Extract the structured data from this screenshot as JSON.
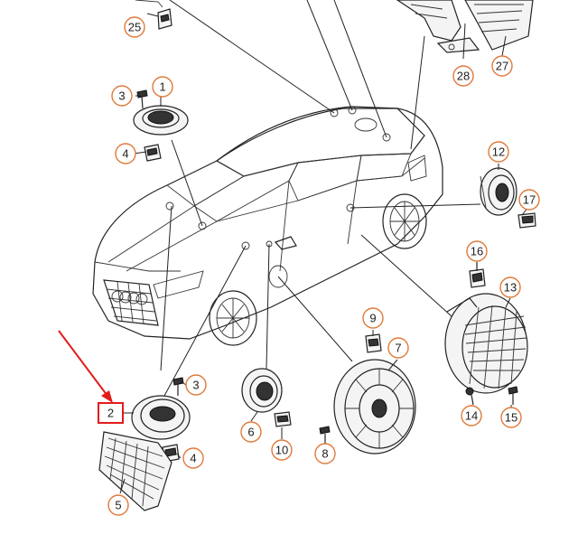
{
  "diagram": {
    "accent_color": "#e07a3a",
    "highlight_color": "#e21b1b",
    "highlighted_part": "2",
    "callouts": [
      "25",
      "1",
      "3",
      "4",
      "28",
      "27",
      "12",
      "17",
      "16",
      "13",
      "9",
      "7",
      "6",
      "10",
      "8",
      "14",
      "15",
      "3",
      "4",
      "5"
    ]
  }
}
